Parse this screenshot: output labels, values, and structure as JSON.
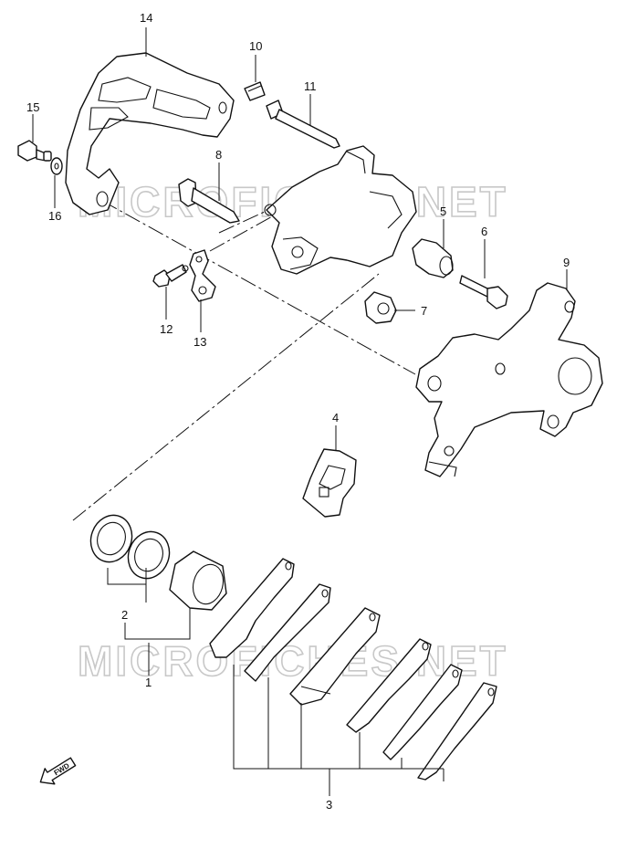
{
  "watermarks": [
    "MICROFICHES.NET",
    "MICROFICHES.NET"
  ],
  "direction_label": "FWD",
  "callouts": {
    "c1": "1",
    "c2": "2",
    "c3": "3",
    "c4": "4",
    "c5": "5",
    "c6": "6",
    "c7": "7",
    "c8": "8",
    "c9": "9",
    "c10": "10",
    "c11": "11",
    "c12": "12",
    "c13": "13",
    "c14": "14",
    "c15": "15",
    "c16": "16"
  }
}
